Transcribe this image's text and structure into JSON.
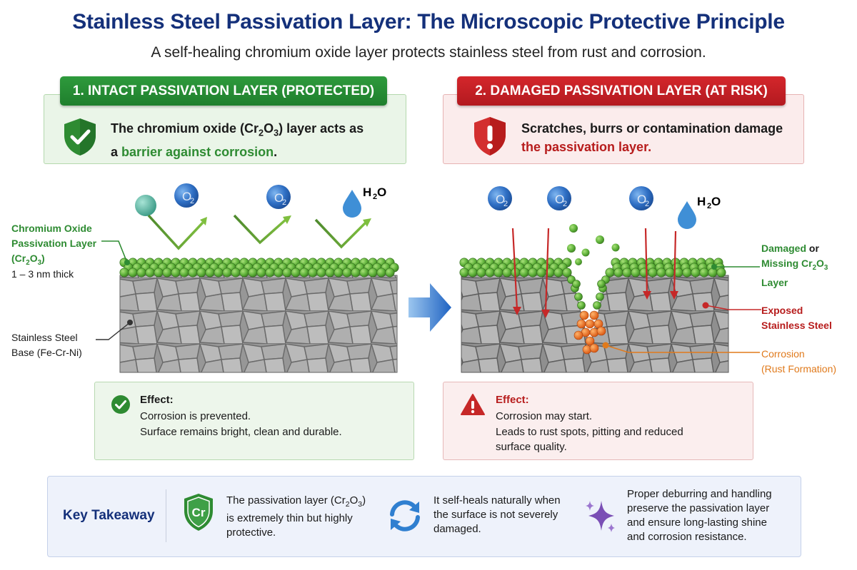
{
  "title": "Stainless Steel Passivation Layer: The Microscopic Protective Principle",
  "subtitle": "A self-healing chromium oxide layer protects stainless steel from rust and corrosion.",
  "left": {
    "header": "1. INTACT PASSIVATION LAYER (PROTECTED)",
    "intro_a": "The chromium oxide (",
    "intro_formula_a": "Cr",
    "intro_sub1": "2",
    "intro_formula_b": "O",
    "intro_sub2": "3",
    "intro_b": ") layer acts as",
    "intro_c": "a ",
    "intro_highlight": "barrier against corrosion",
    "intro_d": ".",
    "molecules": [
      "O",
      "2",
      "O",
      "2",
      "H",
      "2",
      "O"
    ],
    "label_layer_1": "Chromium Oxide",
    "label_layer_2": "Passivation Layer",
    "label_layer_3a": "(Cr",
    "label_layer_3sub1": "2",
    "label_layer_3b": "O",
    "label_layer_3sub2": "3",
    "label_layer_3c": ")",
    "label_thickness": "1 – 3 nm thick",
    "label_base_1": "Stainless Steel",
    "label_base_2": "Base (Fe-Cr-Ni)",
    "effect_title": "Effect:",
    "effect_line1": "Corrosion is prevented.",
    "effect_line2": "Surface remains bright, clean and durable."
  },
  "right": {
    "header": "2. DAMAGED PASSIVATION LAYER (AT RISK)",
    "intro_a": "Scratches, burrs or contamination damage",
    "intro_highlight": "the passivation layer.",
    "label_damaged_a": "Damaged",
    "label_damaged_b": " or",
    "label_damaged_c": "Missing Cr",
    "label_damaged_sub1": "2",
    "label_damaged_d": "O",
    "label_damaged_sub2": "3",
    "label_damaged_e": "Layer",
    "label_exposed_1": "Exposed",
    "label_exposed_2": "Stainless Steel",
    "label_corrosion_1": "Corrosion",
    "label_corrosion_2": "(Rust Formation)",
    "effect_title": "Effect:",
    "effect_line1": "Corrosion may start.",
    "effect_line2": "Leads to rust spots, pitting and reduced",
    "effect_line3": "surface quality."
  },
  "takeaway": {
    "label": "Key Takeaway",
    "badge": "Cr",
    "item1_a": "The passivation layer (Cr",
    "item1_sub1": "2",
    "item1_b": "O",
    "item1_sub2": "3",
    "item1_c": ")",
    "item1_line2": "is extremely thin but highly",
    "item1_line3": "protective.",
    "item2_line1": "It self-heals naturally when",
    "item2_line2": "the surface is not severely",
    "item2_line3": "damaged.",
    "item3_line1": "Proper deburring and handling",
    "item3_line2": "preserve the passivation layer",
    "item3_line3": "and ensure long-lasting shine",
    "item3_line4": "and corrosion resistance."
  },
  "colors": {
    "title": "#14307a",
    "green": "#2e8b32",
    "red": "#c62828",
    "orange": "#e07a1c",
    "blue_molecule": "#2f6fc4"
  }
}
